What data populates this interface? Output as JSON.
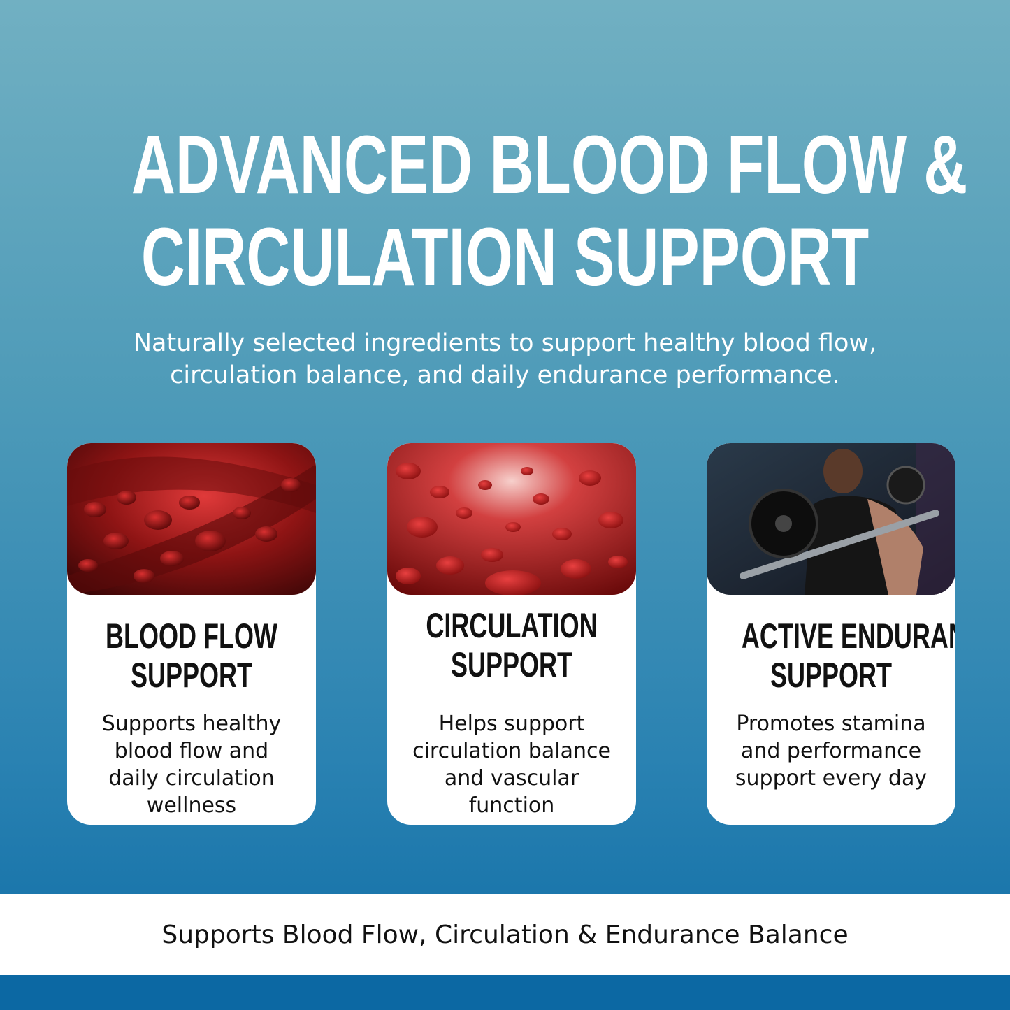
{
  "headline": {
    "line1": "ADVANCED BLOOD FLOW &",
    "line2": "CIRCULATION SUPPORT"
  },
  "subtitle": {
    "line1": "Naturally selected ingredients to support healthy blood flow,",
    "line2": "circulation balance, and daily endurance performance."
  },
  "cards": [
    {
      "title_line1": "BLOOD FLOW",
      "title_line2": "SUPPORT",
      "desc_lines": [
        "Supports healthy",
        "blood flow and",
        "daily circulation",
        "wellness"
      ],
      "image": "blood-vessel-cells-image"
    },
    {
      "title_line1": "CIRCULATION",
      "title_line2": "SUPPORT",
      "desc_lines": [
        "Helps support",
        "circulation balance",
        "and vascular",
        "function"
      ],
      "image": "red-blood-cells-image"
    },
    {
      "title_line1": "ACTIVE ENDURANCE",
      "title_line2": "SUPPORT",
      "desc_lines": [
        "Promotes stamina",
        "and performance",
        "support every day"
      ],
      "image": "weightlifting-athlete-image"
    }
  ],
  "footer": {
    "text": "Supports Blood Flow, Circulation & Endurance Balance"
  },
  "colors": {
    "bg_top": "#71b0c2",
    "bg_bottom": "#0f6da6",
    "card_bg": "#ffffff",
    "text_dark": "#111111",
    "blood_red": "#b01818"
  }
}
